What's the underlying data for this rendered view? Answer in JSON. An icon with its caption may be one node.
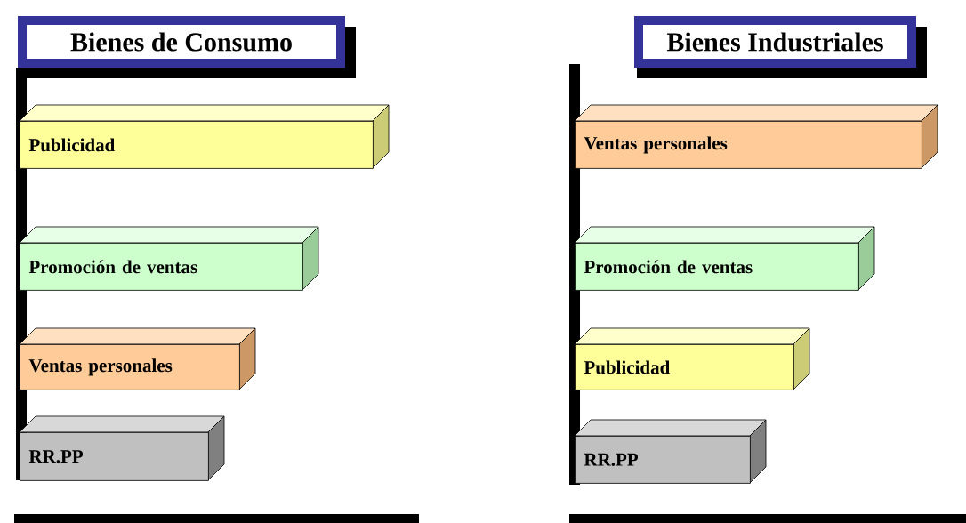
{
  "diagram": {
    "nodes": [
      {
        "text": [
          "Bienes de Consumo"
        ]
      },
      {
        "text": [
          "Publicidad"
        ]
      },
      {
        "text": [
          "Promoción de ventas"
        ]
      },
      {
        "text": [
          "Ventas personales"
        ]
      },
      {
        "text": [
          "RR.PP"
        ]
      },
      {
        "text": [
          "Bienes Industriales"
        ]
      },
      {
        "text": [
          "Ventas personales"
        ]
      },
      {
        "text": [
          "Promoción de ventas"
        ]
      },
      {
        "text": [
          "Publicidad"
        ]
      },
      {
        "text": [
          "RR.PP"
        ]
      }
    ]
  }
}
